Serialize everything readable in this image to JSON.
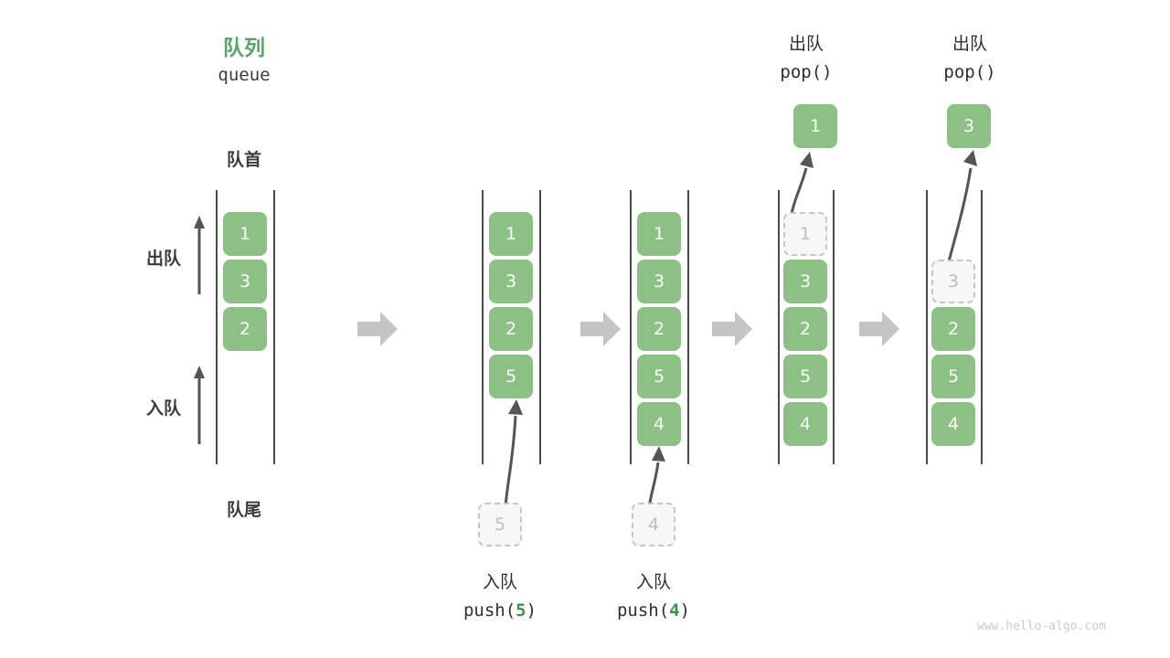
{
  "diagram": {
    "title_cn": "队列",
    "title_en": "queue",
    "head_label": "队首",
    "tail_label": "队尾",
    "dequeue_label": "出队",
    "enqueue_label": "入队",
    "watermark": "www.hello-algo.com",
    "accent_green": "#8cc084",
    "title_green": "#5aa469",
    "text_dark": "#3c3c3c",
    "ghost_gray": "#bdbdbd",
    "flow_arrow_gray": "#c4c4c4"
  },
  "panels": [
    {
      "id": "panel-initial",
      "cells": [
        {
          "value": "1",
          "state": "filled"
        },
        {
          "value": "3",
          "state": "filled"
        },
        {
          "value": "2",
          "state": "filled"
        }
      ],
      "op_cn": "",
      "op_code": "",
      "op_arg": ""
    },
    {
      "id": "panel-push-5",
      "cells": [
        {
          "value": "1",
          "state": "filled"
        },
        {
          "value": "3",
          "state": "filled"
        },
        {
          "value": "2",
          "state": "filled"
        },
        {
          "value": "5",
          "state": "filled"
        }
      ],
      "incoming": {
        "value": "5",
        "state": "ghost"
      },
      "op_cn": "入队",
      "op_code_prefix": "push(",
      "op_arg": "5",
      "op_code_suffix": ")"
    },
    {
      "id": "panel-push-4",
      "cells": [
        {
          "value": "1",
          "state": "filled"
        },
        {
          "value": "3",
          "state": "filled"
        },
        {
          "value": "2",
          "state": "filled"
        },
        {
          "value": "5",
          "state": "filled"
        },
        {
          "value": "4",
          "state": "filled"
        }
      ],
      "incoming": {
        "value": "4",
        "state": "ghost"
      },
      "op_cn": "入队",
      "op_code_prefix": "push(",
      "op_arg": "4",
      "op_code_suffix": ")"
    },
    {
      "id": "panel-pop-1",
      "cells": [
        {
          "value": "1",
          "state": "ghost"
        },
        {
          "value": "3",
          "state": "filled"
        },
        {
          "value": "2",
          "state": "filled"
        },
        {
          "value": "5",
          "state": "filled"
        },
        {
          "value": "4",
          "state": "filled"
        }
      ],
      "popped": {
        "value": "1",
        "state": "filled"
      },
      "op_cn": "出队",
      "op_code": "pop()"
    },
    {
      "id": "panel-pop-3",
      "cells": [
        {
          "value": "",
          "state": "empty"
        },
        {
          "value": "3",
          "state": "ghost"
        },
        {
          "value": "2",
          "state": "filled"
        },
        {
          "value": "5",
          "state": "filled"
        },
        {
          "value": "4",
          "state": "filled"
        }
      ],
      "popped": {
        "value": "3",
        "state": "filled"
      },
      "op_cn": "出队",
      "op_code": "pop()"
    }
  ],
  "flow_arrows": [
    "flow-1",
    "flow-2",
    "flow-3",
    "flow-4"
  ]
}
